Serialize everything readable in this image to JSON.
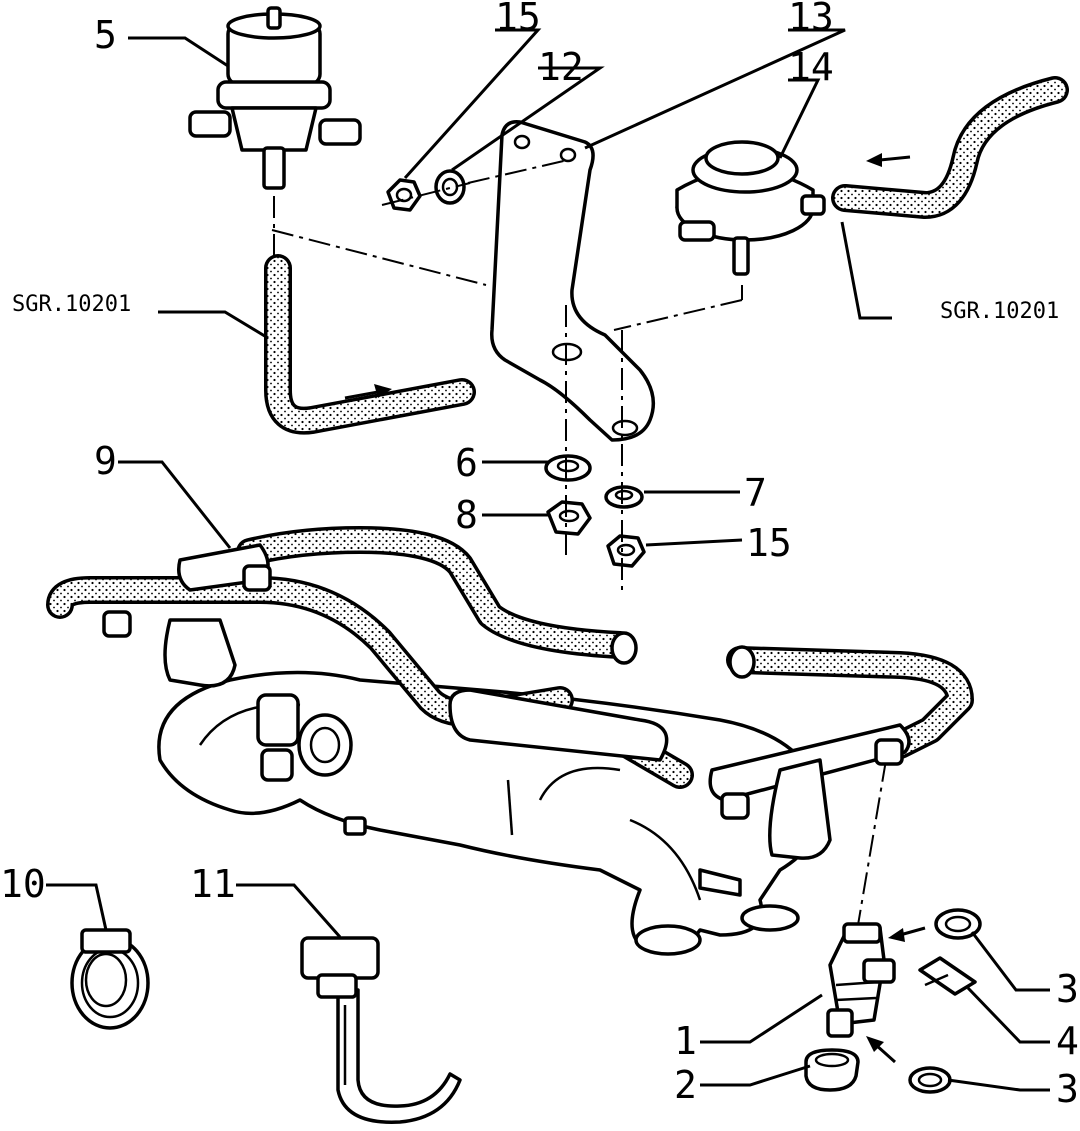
{
  "diagram": {
    "callouts": [
      {
        "id": "c5",
        "text": "5"
      },
      {
        "id": "c15a",
        "text": "15"
      },
      {
        "id": "c12",
        "text": "12"
      },
      {
        "id": "c13",
        "text": "13"
      },
      {
        "id": "c14",
        "text": "14"
      },
      {
        "id": "c6",
        "text": "6"
      },
      {
        "id": "c7",
        "text": "7"
      },
      {
        "id": "c8",
        "text": "8"
      },
      {
        "id": "c15b",
        "text": "15"
      },
      {
        "id": "c9",
        "text": "9"
      },
      {
        "id": "c10",
        "text": "10"
      },
      {
        "id": "c11",
        "text": "11"
      },
      {
        "id": "c1",
        "text": "1"
      },
      {
        "id": "c2",
        "text": "2"
      },
      {
        "id": "c3a",
        "text": "3"
      },
      {
        "id": "c4",
        "text": "4"
      },
      {
        "id": "c3b",
        "text": "3"
      }
    ],
    "references": [
      {
        "id": "ref_left",
        "text": "SGR.10201"
      },
      {
        "id": "ref_right",
        "text": "SGR.10201"
      }
    ]
  }
}
